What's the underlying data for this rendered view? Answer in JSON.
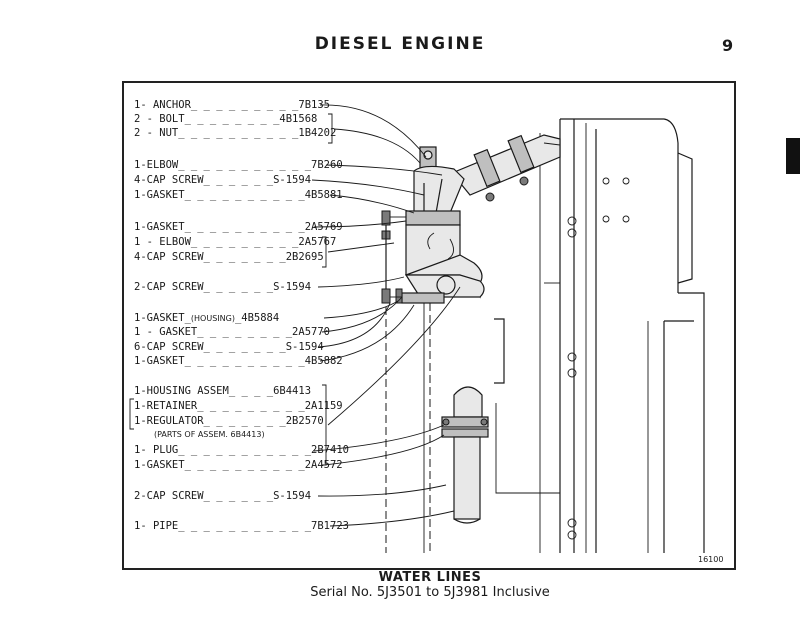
{
  "header": {
    "title": "DIESEL ENGINE",
    "page_number": "9"
  },
  "figure": {
    "figure_number": "16100",
    "parts": [
      {
        "qty_name": "1- ANCHOR",
        "part_no": "7B135"
      },
      {
        "qty_name": "2 - BOLT",
        "part_no": "4B1568"
      },
      {
        "qty_name": "2 - NUT",
        "part_no": "1B4202"
      },
      {
        "qty_name": "1-ELBOW",
        "part_no": "7B260"
      },
      {
        "qty_name": "4-CAP SCREW",
        "part_no": "S-1594"
      },
      {
        "qty_name": "1-GASKET",
        "part_no": "4B5881"
      },
      {
        "qty_name": "1-GASKET",
        "part_no": "2A5769"
      },
      {
        "qty_name": "1 - ELBOW",
        "part_no": "2A5767"
      },
      {
        "qty_name": "4-CAP SCREW",
        "part_no": "2B2695"
      },
      {
        "qty_name": "2-CAP SCREW",
        "part_no": "S-1594"
      },
      {
        "qty_name": "1-GASKET",
        "qualifier": "(HOUSING)",
        "part_no": "4B5884"
      },
      {
        "qty_name": "1 - GASKET",
        "part_no": "2A5770"
      },
      {
        "qty_name": "6-CAP SCREW",
        "part_no": "S-1594"
      },
      {
        "qty_name": "1-GASKET",
        "part_no": "4B5882"
      },
      {
        "qty_name": "1-HOUSING ASSEM",
        "part_no": "6B4413"
      },
      {
        "qty_name": "1-RETAINER",
        "part_no": "2A1159"
      },
      {
        "qty_name": "1-REGULATOR",
        "part_no": "2B2570"
      },
      {
        "qty_name": "1- PLUG",
        "part_no": "2B7410"
      },
      {
        "qty_name": "1-GASKET",
        "part_no": "2A4572"
      },
      {
        "qty_name": "2-CAP SCREW",
        "part_no": "S-1594"
      },
      {
        "qty_name": "1- PIPE",
        "part_no": "7B1723"
      }
    ],
    "note": "(PARTS OF ASSEM. 6B4413)"
  },
  "caption": {
    "title": "WATER LINES",
    "subtitle": "Serial No. 5J3501 to 5J3981 Inclusive"
  }
}
